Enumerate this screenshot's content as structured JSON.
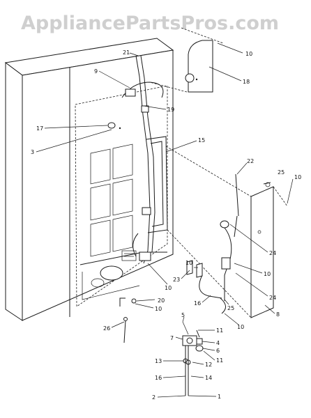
{
  "watermark": "AppliancePartsPros.com",
  "callouts": [
    {
      "id": "c10a",
      "text": "10"
    },
    {
      "id": "c18",
      "text": "18"
    },
    {
      "id": "c21",
      "text": "21"
    },
    {
      "id": "c9",
      "text": "9"
    },
    {
      "id": "c19",
      "text": "19"
    },
    {
      "id": "c17",
      "text": "17"
    },
    {
      "id": "c3",
      "text": "3"
    },
    {
      "id": "c15",
      "text": "15"
    },
    {
      "id": "c22",
      "text": "22"
    },
    {
      "id": "c25a",
      "text": "25"
    },
    {
      "id": "c10b",
      "text": "10"
    },
    {
      "id": "c24a",
      "text": "24"
    },
    {
      "id": "c10c",
      "text": "10"
    },
    {
      "id": "c23",
      "text": "23"
    },
    {
      "id": "c10d",
      "text": "10"
    },
    {
      "id": "c10e",
      "text": "10"
    },
    {
      "id": "c24b",
      "text": "24"
    },
    {
      "id": "c8",
      "text": "8"
    },
    {
      "id": "c16a",
      "text": "16"
    },
    {
      "id": "c25b",
      "text": "25"
    },
    {
      "id": "c10f",
      "text": "10"
    },
    {
      "id": "c20",
      "text": "20"
    },
    {
      "id": "c10g",
      "text": "10"
    },
    {
      "id": "c26",
      "text": "26"
    },
    {
      "id": "c5",
      "text": "5"
    },
    {
      "id": "c11a",
      "text": "11"
    },
    {
      "id": "c7",
      "text": "7"
    },
    {
      "id": "c4",
      "text": "4"
    },
    {
      "id": "c6",
      "text": "6"
    },
    {
      "id": "c11b",
      "text": "11"
    },
    {
      "id": "c13",
      "text": "13"
    },
    {
      "id": "c12",
      "text": "12"
    },
    {
      "id": "c16b",
      "text": "16"
    },
    {
      "id": "c14",
      "text": "14"
    },
    {
      "id": "c2",
      "text": "2"
    },
    {
      "id": "c1",
      "text": "1"
    }
  ]
}
